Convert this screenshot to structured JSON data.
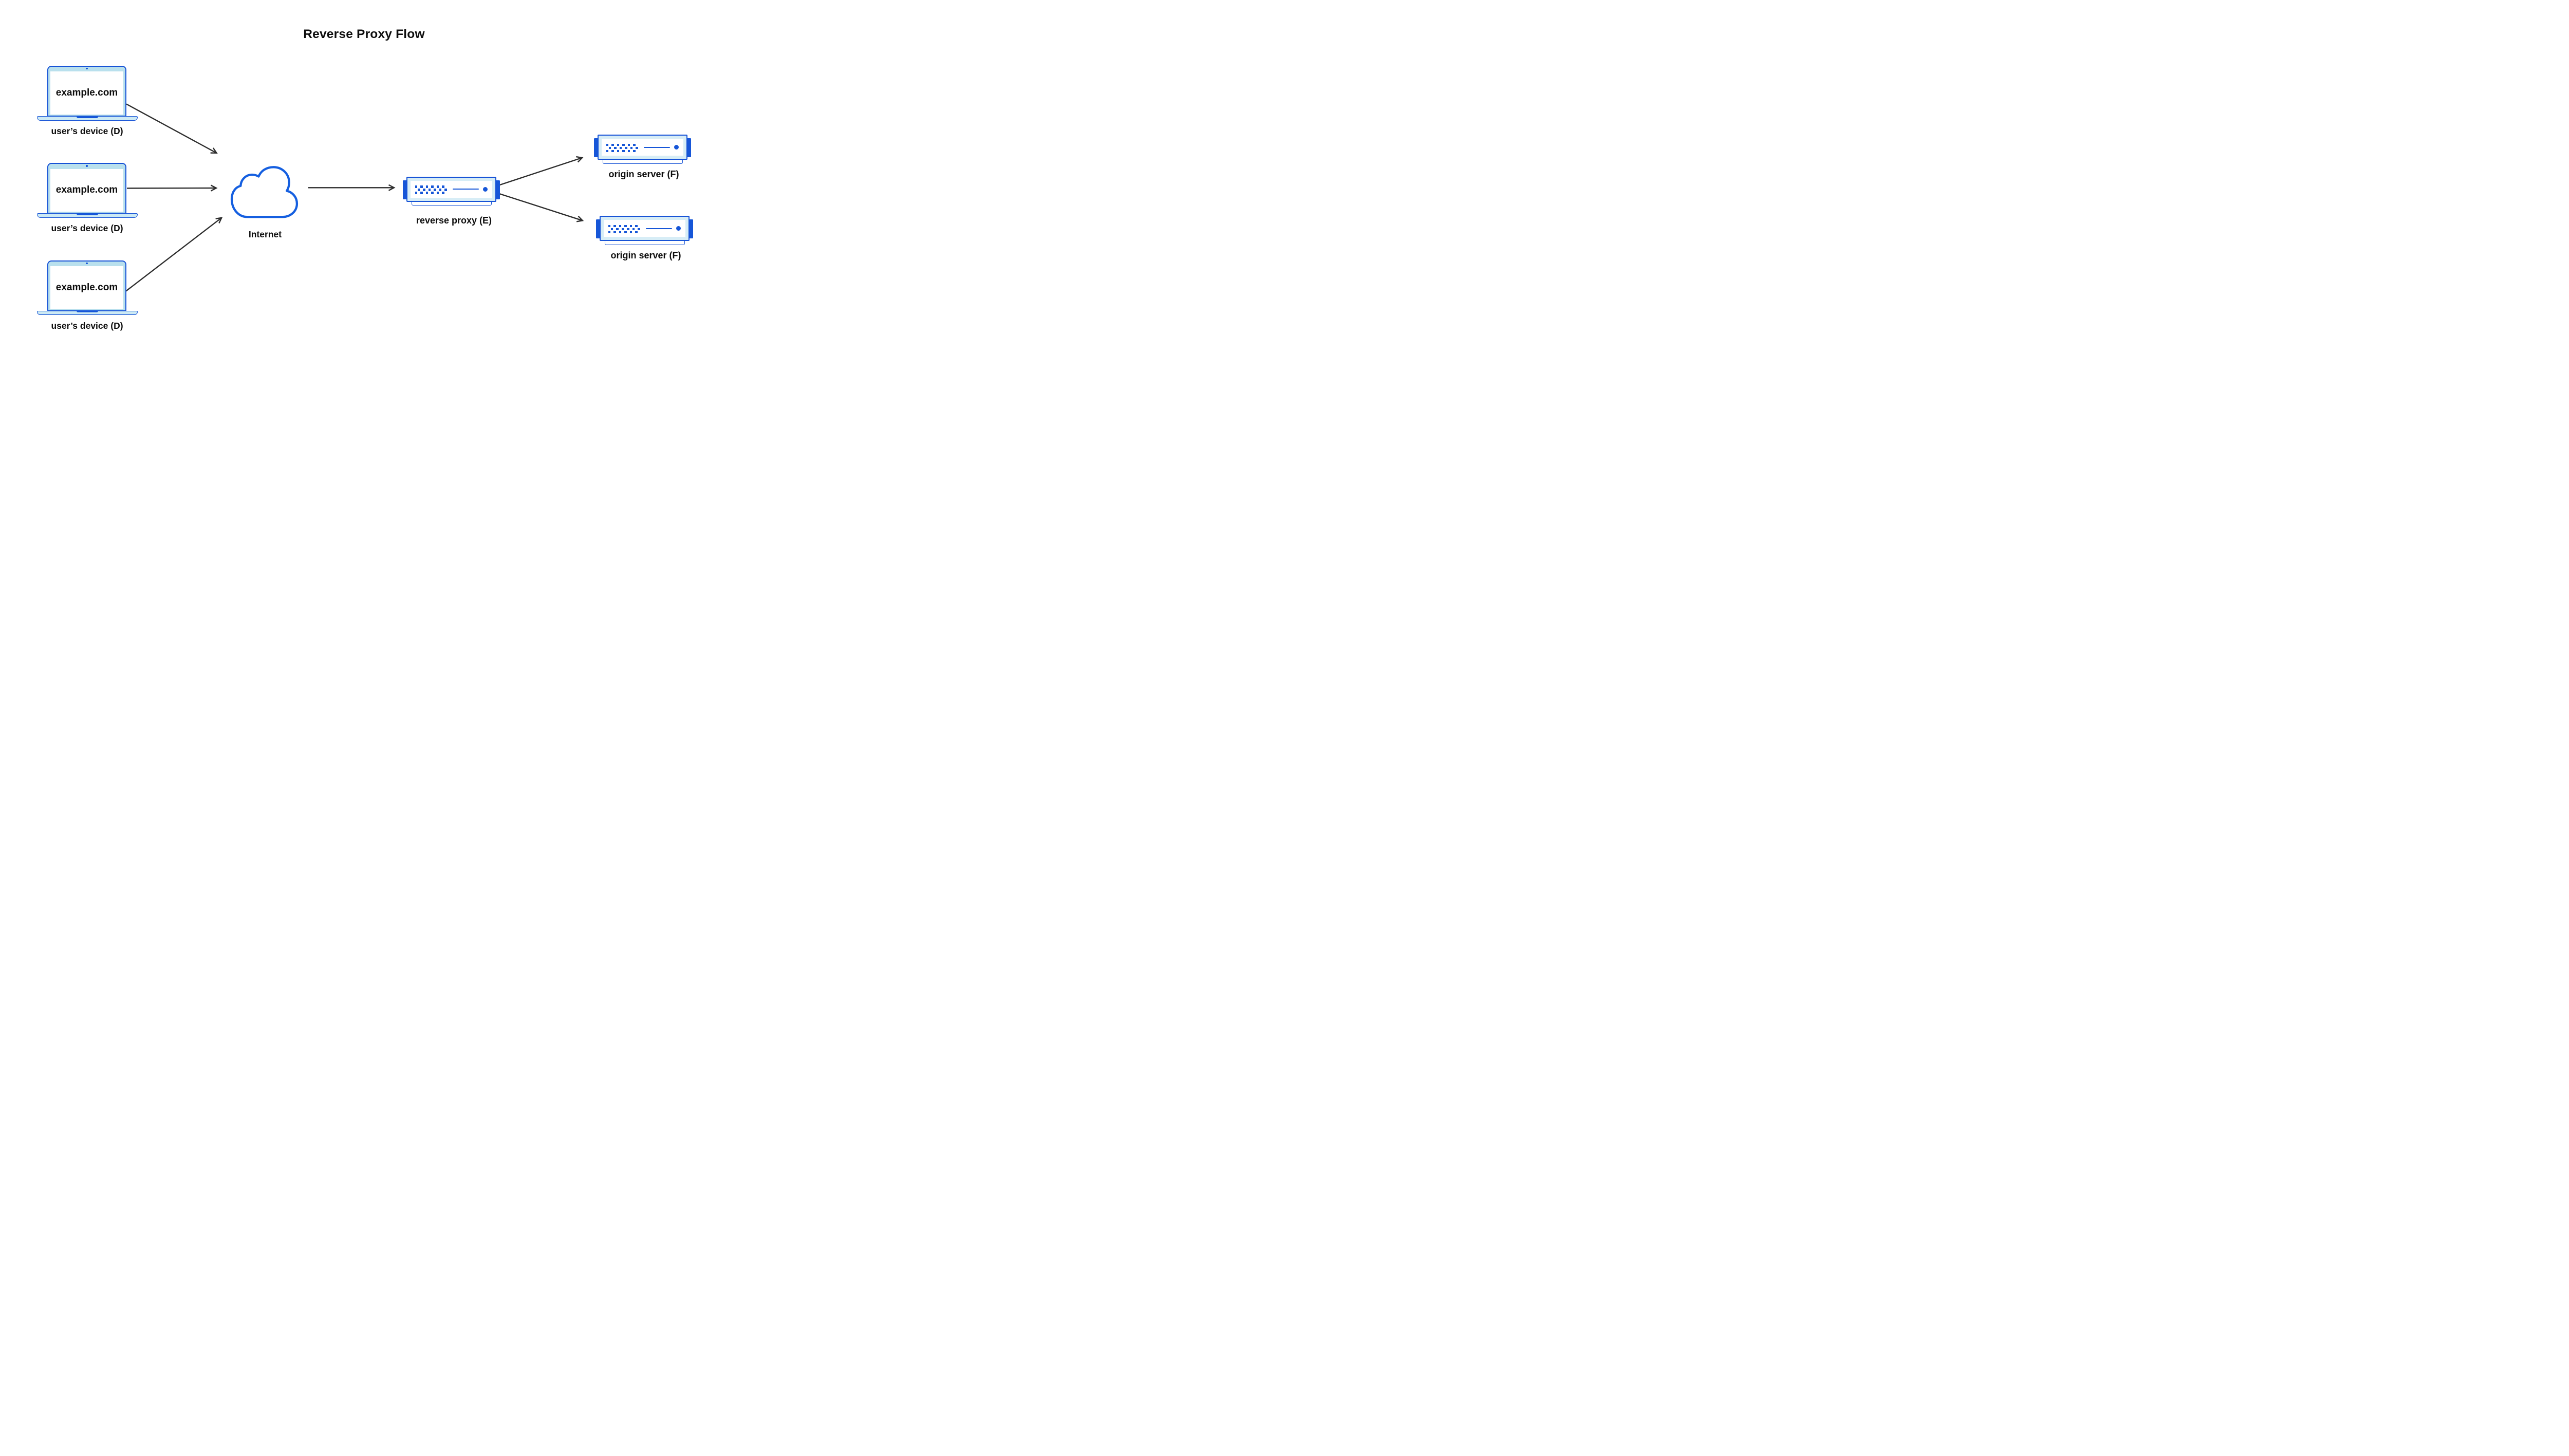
{
  "title": "Reverse Proxy Flow",
  "devices": [
    {
      "screen_text": "example.com",
      "label": "user’s device (D)"
    },
    {
      "screen_text": "example.com",
      "label": "user’s device (D)"
    },
    {
      "screen_text": "example.com",
      "label": "user’s device (D)"
    }
  ],
  "internet": {
    "label": "Internet"
  },
  "reverse_proxy": {
    "label": "reverse proxy (E)"
  },
  "origin_servers": [
    {
      "label": "origin server (F)"
    },
    {
      "label": "origin server (F)"
    }
  ],
  "colors": {
    "outline_blue": "#1753d6",
    "fill_blue": "#1656d8",
    "cloud_blue": "#155fe0",
    "laptop_bezel": "#b9e0ed",
    "laptop_base": "#cdeaf4",
    "server_band": "#d7edf6",
    "arrow": "#2d2d2d",
    "text": "#0d0d0d",
    "background": "#ffffff"
  }
}
